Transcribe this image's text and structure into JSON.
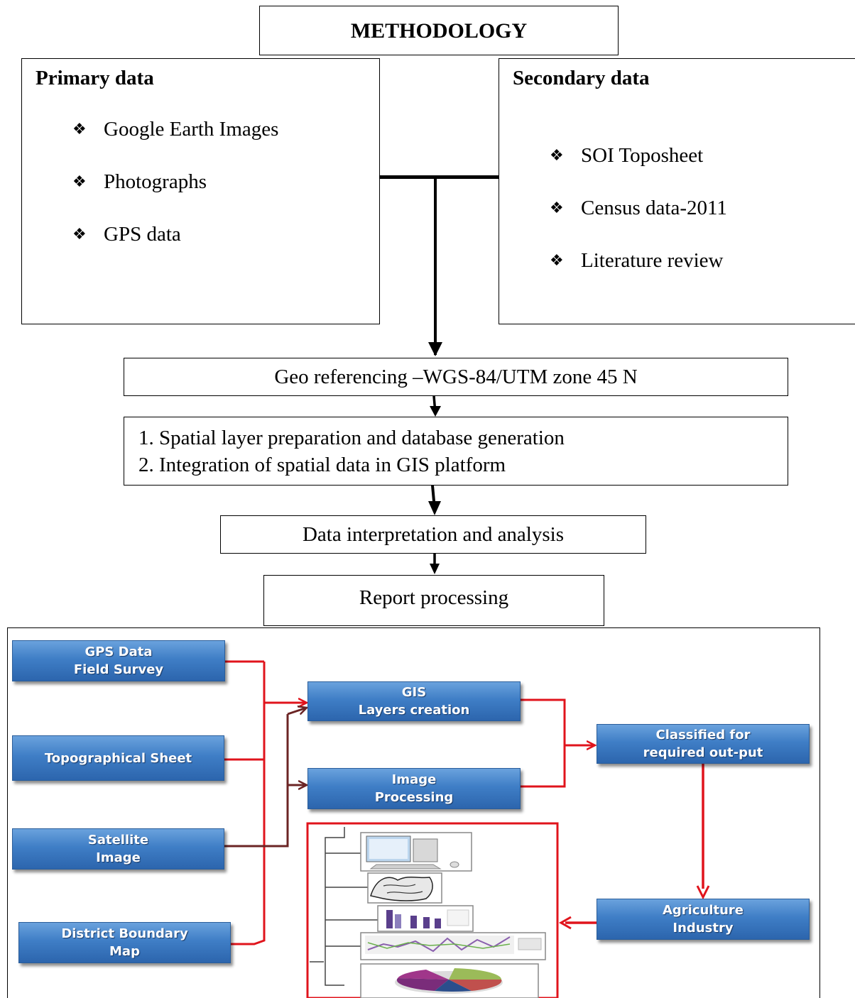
{
  "methodology": {
    "title": "METHODOLOGY"
  },
  "primary": {
    "heading": "Primary data",
    "items": [
      "Google Earth Images",
      "Photographs",
      "GPS data"
    ]
  },
  "secondary": {
    "heading": "Secondary data",
    "items": [
      "SOI Toposheet",
      "Census data-2011",
      "Literature review"
    ]
  },
  "bullet_symbol": "❖",
  "steps": {
    "georef": "Geo referencing –WGS-84/UTM zone 45 N",
    "spatial_1": "1. Spatial layer preparation and database generation",
    "spatial_2": "2. Integration of spatial data in GIS platform",
    "interpretation": "Data interpretation and analysis",
    "report": "Report processing"
  },
  "flow": {
    "gps": [
      "GPS  Data",
      "Field Survey"
    ],
    "topo": [
      "Topographical Sheet"
    ],
    "satellite": [
      "Satellite",
      "Image"
    ],
    "district": [
      "District Boundary",
      "Map"
    ],
    "gis": [
      "GIS",
      "Layers creation"
    ],
    "image": [
      "Image",
      "Processing"
    ],
    "classified": [
      "Classified for",
      "required out-put"
    ],
    "agri": [
      "Agriculture",
      "Industry"
    ]
  },
  "colors": {
    "arrow_red": "#e0141c",
    "arrow_brown": "#6b2424",
    "box_blue": "#3f7ec6"
  }
}
